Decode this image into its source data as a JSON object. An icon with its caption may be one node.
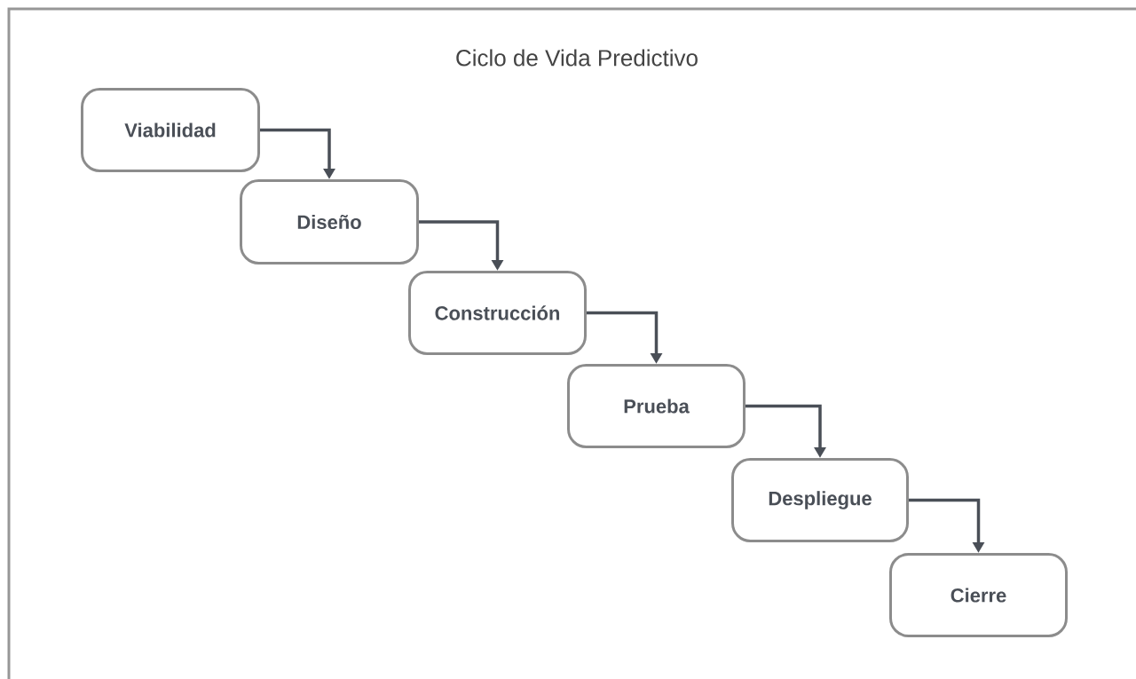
{
  "diagram": {
    "title": "Ciclo de Vida Predictivo",
    "nodes": [
      {
        "text": [
          "Viabilidad"
        ]
      },
      {
        "text": [
          "Diseño"
        ]
      },
      {
        "text": [
          "Construcción"
        ]
      },
      {
        "text": [
          "Prueba"
        ]
      },
      {
        "text": [
          "Despliegue"
        ]
      },
      {
        "text": [
          "Cierre"
        ]
      }
    ],
    "edges": [
      {
        "from": 0,
        "to": 1,
        "arrow": "to"
      },
      {
        "from": 1,
        "to": 2,
        "arrow": "to"
      },
      {
        "from": 2,
        "to": 3,
        "arrow": "to"
      },
      {
        "from": 3,
        "to": 4,
        "arrow": "to"
      },
      {
        "from": 4,
        "to": 5,
        "arrow": "to"
      }
    ]
  }
}
